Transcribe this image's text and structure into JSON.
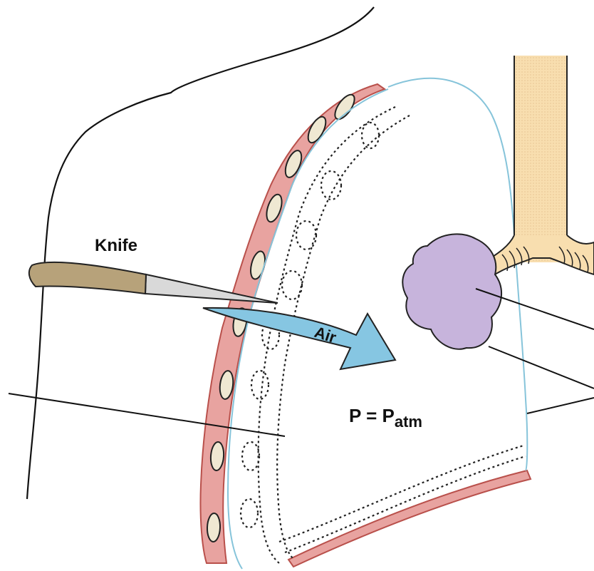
{
  "labels": {
    "knife": "Knife",
    "air": "Air",
    "pressure_main": "P = P",
    "pressure_sub": "atm"
  },
  "colors": {
    "rib_tissue": "#e8a3a0",
    "rib_stroke": "#b9504b",
    "rib_bone": "#efe8d2",
    "pleura": "#86c4da",
    "knife_handle": "#b7a27a",
    "knife_blade": "#d9d9d9",
    "air_arrow": "#86c6e2",
    "lung_tissue": "#c7b4dc",
    "trachea": "#f8deaf",
    "outline": "#111111"
  },
  "icons": [
    "knife-icon",
    "air-arrow-icon"
  ]
}
